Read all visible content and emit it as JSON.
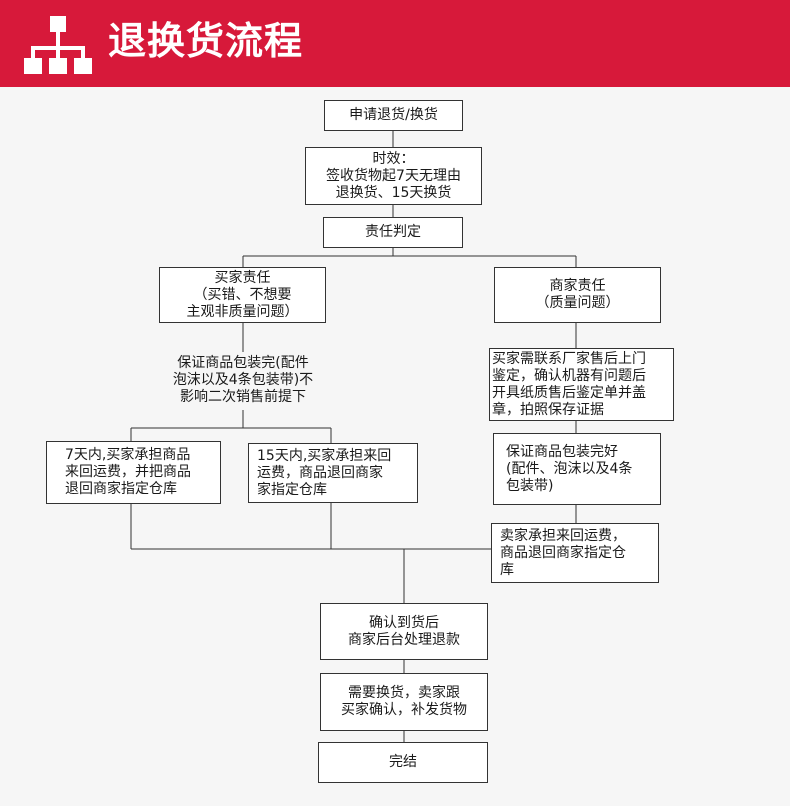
{
  "header": {
    "title": "退换货流程",
    "icon": "hierarchy-icon",
    "color": "#d7193a"
  },
  "flow": {
    "apply": [
      "申请退货/换货"
    ],
    "timing": [
      "时效：",
      "签收货物起7天无理由",
      "退换货、15天换货"
    ],
    "judge": [
      "责任判定"
    ],
    "buyer_resp": [
      "买家责任",
      "（买错、不想要",
      "主观非质量问题）"
    ],
    "seller_resp": [
      "商家责任",
      "（质量问题）"
    ],
    "buyer_condition": [
      "保证商品包装完(配件",
      "泡沫以及4条包装带)不",
      "影响二次销售前提下"
    ],
    "seller_inspect": [
      "买家需联系厂家售后上门",
      "鉴定，确认机器有问题后",
      "开具纸质售后鉴定单并盖",
      "章，拍照保存证据"
    ],
    "buyer_7day": [
      "7天内,买家承担商品",
      "来回运费，并把商品",
      "退回商家指定仓库"
    ],
    "buyer_15day": [
      "15天内,买家承担来回",
      "运费，商品退回商家",
      "家指定仓库"
    ],
    "seller_package": [
      "保证商品包装完好",
      "(配件、泡沫以及4条",
      "包装带)"
    ],
    "seller_shipping": [
      "卖家承担来回运费，",
      "商品退回商家指定仓",
      "库"
    ],
    "confirm": [
      "确认到货后",
      "商家后台处理退款"
    ],
    "exchange": [
      "需要换货，卖家跟",
      "买家确认，补发货物"
    ],
    "done": [
      "完结"
    ]
  }
}
